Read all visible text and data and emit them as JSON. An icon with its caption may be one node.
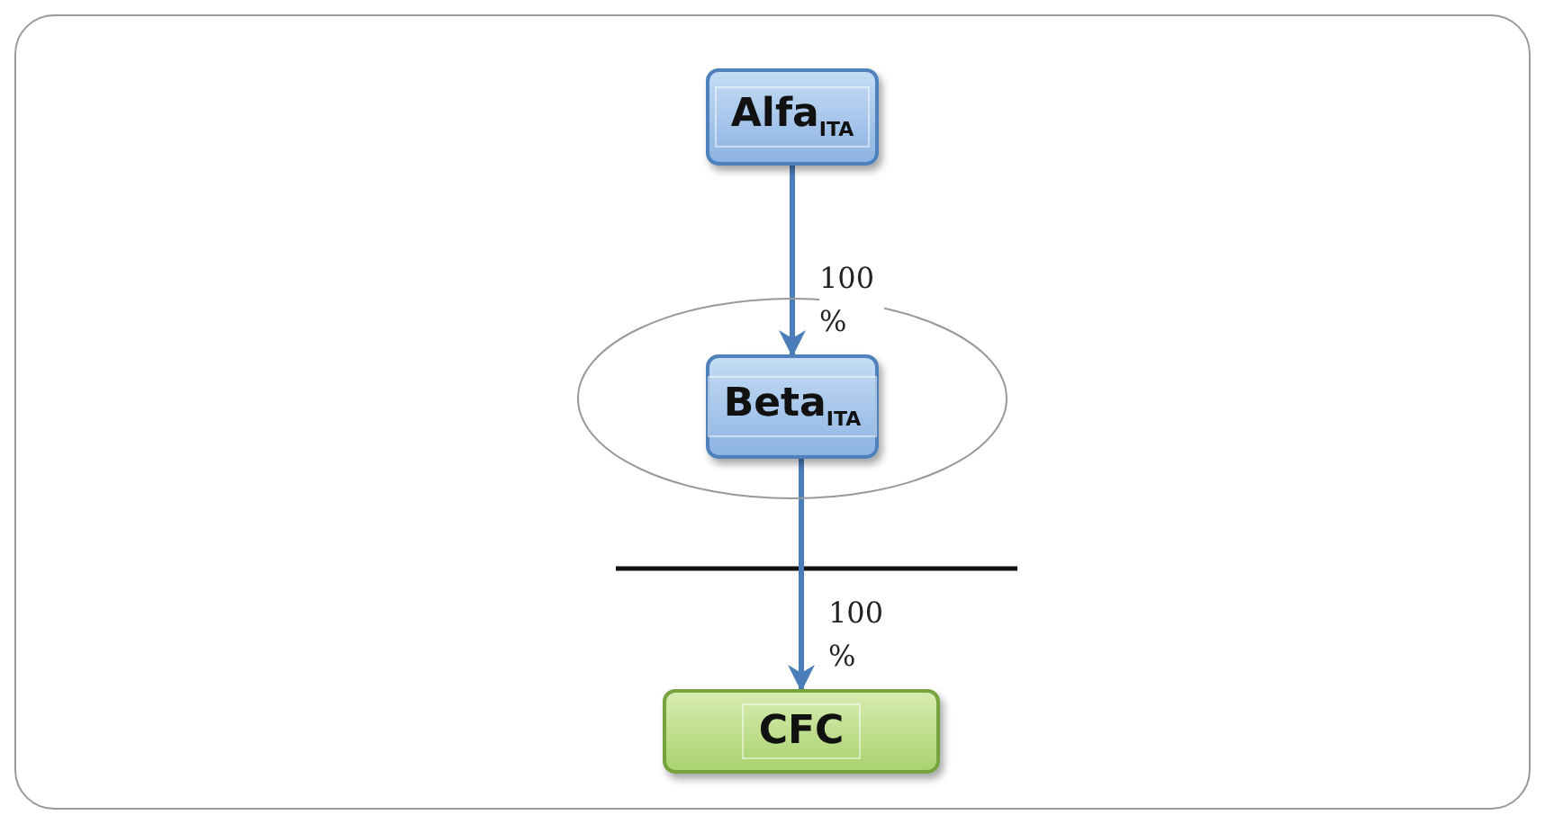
{
  "diagram": {
    "nodes": [
      {
        "text": [
          "Alfa$_{ITA}$"
        ]
      },
      {
        "text": [],
        "shape": "ellipse"
      },
      {
        "text": [
          "Beta$_{ITA}$"
        ],
        "in": 1
      },
      {
        "text": [
          "CFC"
        ]
      }
    ],
    "edges": [
      {
        "from": 0,
        "to": 2,
        "arrow": "to",
        "label": "100 %"
      },
      {
        "from": 2,
        "to": 3,
        "arrow": "to",
        "label": "100 %"
      }
    ]
  }
}
